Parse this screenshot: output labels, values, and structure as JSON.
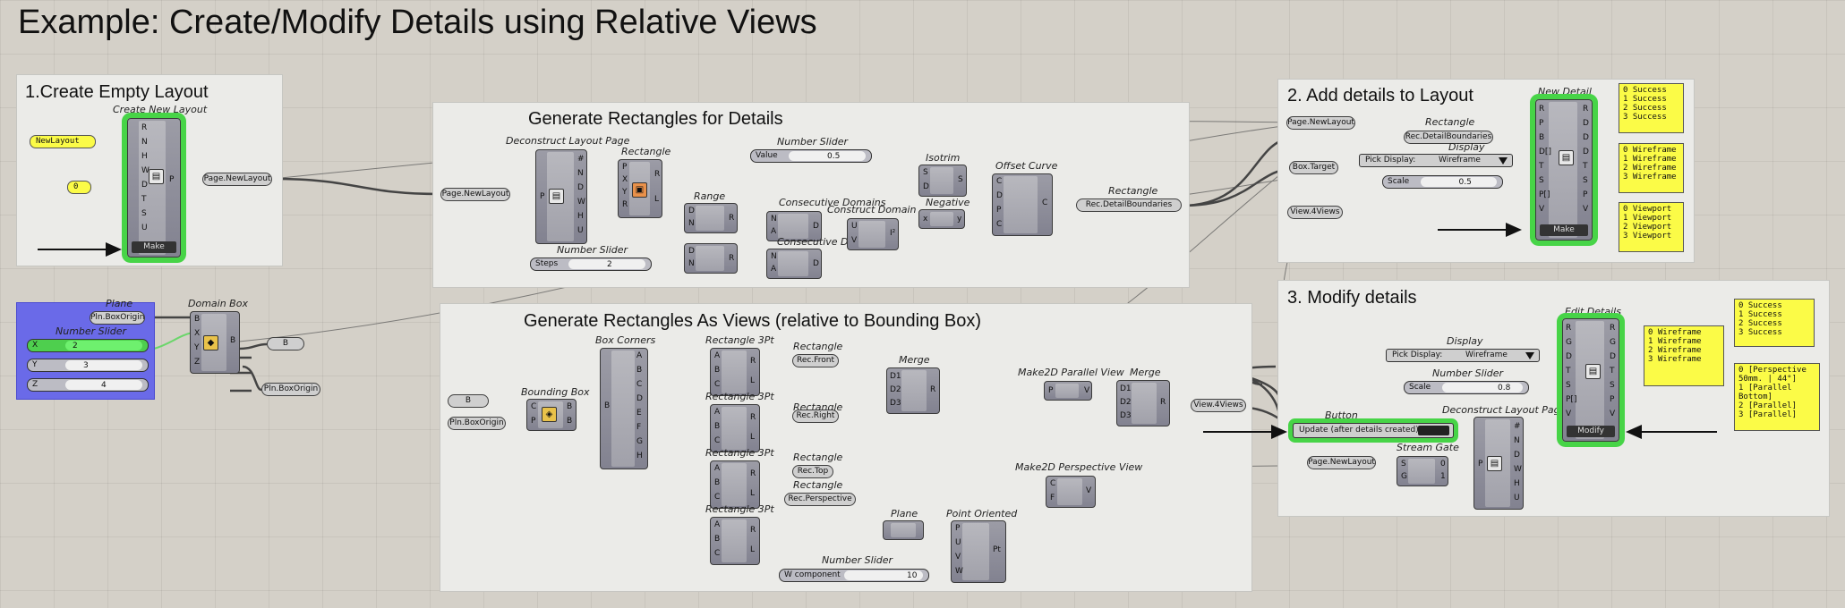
{
  "title": "Example: Create/Modify Details using Relative Views",
  "colors": {
    "canvas": "#d4d0c8",
    "group": "#ebebe8",
    "selected": "#47d447",
    "panel": "#fbfb47",
    "blue_group": "#6a6ae8"
  },
  "groups": {
    "g1": "1.Create Empty Layout",
    "g2": "Generate Rectangles for Details",
    "g3": "Generate Rectangles As Views (relative to Bounding Box)",
    "g4": "2. Add details to Layout",
    "g5": "3. Modify details"
  },
  "labels": {
    "create_new_layout": "Create New Layout",
    "deconstruct_layout_page": "Deconstruct Layout Page",
    "rectangle": "Rectangle",
    "number_slider": "Number Slider",
    "range": "Range",
    "consecutive_domains": "Consecutive Domains",
    "construct_domain": "Construct Domain",
    "isotrim": "Isotrim",
    "negative": "Negative",
    "offset_curve": "Offset Curve",
    "plane": "Plane",
    "domain_box": "Domain Box",
    "box_corners": "Box Corners",
    "rectangle_3pt": "Rectangle 3Pt",
    "merge": "Merge",
    "make2d_parallel": "Make2D Parallel View",
    "make2d_perspective": "Make2D Perspective View",
    "bounding_box": "Bounding Box",
    "point_oriented": "Point Oriented",
    "new_detail": "New Detail",
    "display": "Display",
    "edit_details": "Edit Details",
    "button": "Button",
    "stream_gate": "Stream Gate"
  },
  "params": {
    "new_layout": "NewLayout",
    "zero": "0",
    "page_new_layout": "Page.NewLayout",
    "rec_detail_boundaries": "Rec.DetailBoundaries",
    "pln_box_origin": "Pln.BoxOrigin",
    "b": "B",
    "rec_front": "Rec.Front",
    "rec_right": "Rec.Right",
    "rec_top": "Rec.Top",
    "rec_perspective": "Rec.Perspective",
    "view4views": "View.4Views",
    "box_target": "Box.Target"
  },
  "sliders": {
    "value": {
      "name": "Value",
      "val": "0.5"
    },
    "steps": {
      "name": "Steps",
      "val": "2"
    },
    "x": {
      "name": "X",
      "val": "2"
    },
    "y": {
      "name": "Y",
      "val": "3"
    },
    "z": {
      "name": "Z",
      "val": "4"
    },
    "scale1": {
      "name": "Scale",
      "val": "0.5"
    },
    "scale2": {
      "name": "Scale",
      "val": "0.8"
    },
    "w": {
      "name": "W component",
      "val": "10"
    }
  },
  "dropdowns": {
    "d1": {
      "label": "Pick Display:",
      "value": "Wireframe"
    },
    "d2": {
      "label": "Pick Display:",
      "value": "Wireframe"
    }
  },
  "buttons": {
    "make1": "Make",
    "make2": "Make",
    "modify": "Modify",
    "update": "Update (after details created)"
  },
  "ports": {
    "cnl_in": [
      "R",
      "N",
      "H",
      "W",
      "D",
      "T",
      "S",
      "U"
    ],
    "cnl_out": [
      "P"
    ],
    "dlp_in": [
      "P"
    ],
    "dlp_out": [
      "#",
      "N",
      "D",
      "W",
      "H",
      "U"
    ],
    "rect_in": [
      "P",
      "X",
      "Y",
      "R"
    ],
    "rect_out": [
      "R",
      "L"
    ],
    "range_in": [
      "D",
      "N"
    ],
    "range_out": [
      "R"
    ],
    "cd_in": [
      "N",
      "A"
    ],
    "cd_out": [
      "D"
    ],
    "cdom_in": [
      "U",
      "V"
    ],
    "cdom_out": [
      "I²"
    ],
    "iso_in": [
      "S",
      "D"
    ],
    "iso_out": [
      "S"
    ],
    "neg_in": [
      "x"
    ],
    "neg_out": [
      "y"
    ],
    "oc_in": [
      "C",
      "D",
      "P",
      "C"
    ],
    "oc_out": [
      "C"
    ],
    "db_in": [
      "B",
      "X",
      "Y",
      "Z"
    ],
    "db_out": [
      "B"
    ],
    "bc_in": [
      "B"
    ],
    "bc_out": [
      "A",
      "B",
      "C",
      "D",
      "E",
      "F",
      "G",
      "H"
    ],
    "r3_in": [
      "A",
      "B",
      "C"
    ],
    "r3_out": [
      "R",
      "L"
    ],
    "merge_in": [
      "D1",
      "D2",
      "D3"
    ],
    "merge_out": [
      "R"
    ],
    "bbox_in": [
      "C",
      "P"
    ],
    "bbox_out": [
      "B",
      "B"
    ],
    "m2p_in": [
      "P"
    ],
    "m2p_out": [
      "V"
    ],
    "m2pp_in": [
      "C",
      "F"
    ],
    "m2pp_out": [
      "V"
    ],
    "po_in": [
      "P",
      "U",
      "V",
      "W"
    ],
    "po_out": [
      "Pt"
    ],
    "nd_in": [
      "R",
      "P",
      "B",
      "D[]",
      "T",
      "S",
      "P[]",
      "V"
    ],
    "nd_out": [
      "R",
      "D",
      "D",
      "D",
      "T",
      "S",
      "P",
      "V"
    ],
    "ed_in": [
      "R",
      "G",
      "D",
      "T",
      "S",
      "P[]",
      "V"
    ],
    "ed_out": [
      "R",
      "G",
      "D",
      "T",
      "S",
      "P",
      "V"
    ],
    "sg_in": [
      "S",
      "G"
    ],
    "sg_out": [
      "0",
      "1"
    ],
    "dlp2_in": [
      "P"
    ],
    "dlp2_out": [
      "#",
      "N",
      "D",
      "W",
      "H",
      "U"
    ]
  },
  "outputs": {
    "nd_r": [
      "0 Success",
      "1 Success",
      "2 Success",
      "3 Success"
    ],
    "nd_d": [
      "0 Wireframe",
      "1 Wireframe",
      "2 Wireframe",
      "3 Wireframe"
    ],
    "nd_v": [
      "0 Viewport",
      "1 Viewport",
      "2 Viewport",
      "3 Viewport"
    ],
    "ed_r": [
      "0 Success",
      "1 Success",
      "2 Success",
      "3 Success"
    ],
    "ed_d": [
      "0 Wireframe",
      "1 Wireframe",
      "2 Wireframe",
      "3 Wireframe"
    ],
    "ed_v": [
      "0 [Perspective 50mm. | 44°]",
      "1 [Parallel Bottom]",
      "2 [Parallel]",
      "3 [Parallel]"
    ]
  }
}
